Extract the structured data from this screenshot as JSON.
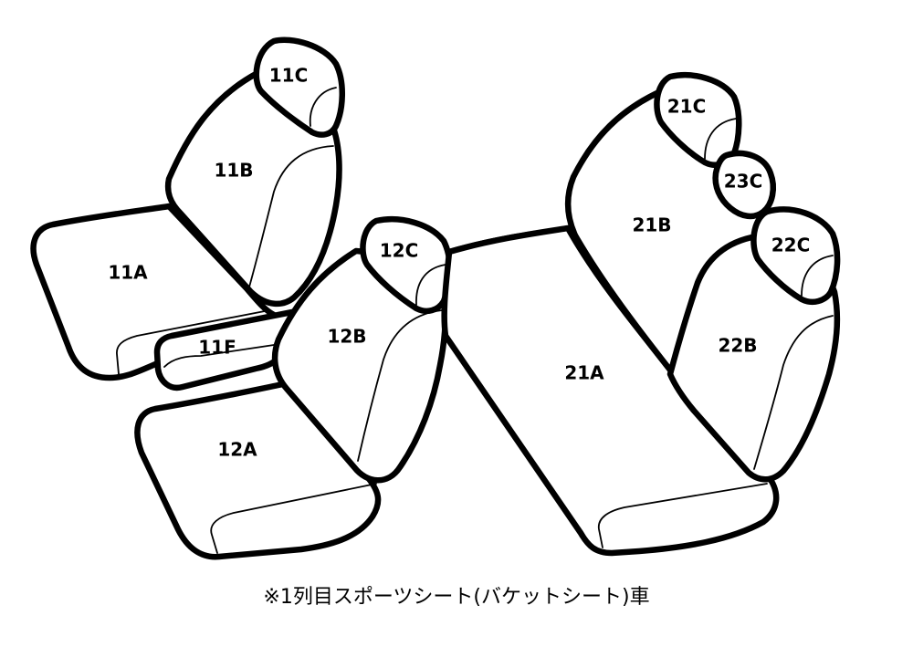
{
  "parts": {
    "p11A": "11A",
    "p11B": "11B",
    "p11C": "11C",
    "p11F": "11F",
    "p12A": "12A",
    "p12B": "12B",
    "p12C": "12C",
    "p21A": "21A",
    "p21B": "21B",
    "p21C": "21C",
    "p22B": "22B",
    "p22C": "22C",
    "p23C": "23C"
  },
  "footnote": "※1列目スポーツシート(バケットシート)車",
  "colors": {
    "line": "#000000",
    "fill": "#ffffff"
  }
}
